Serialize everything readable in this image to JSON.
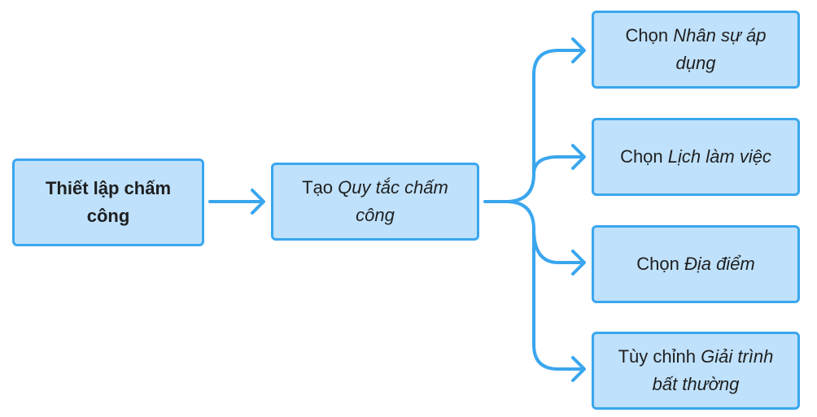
{
  "colors": {
    "node_fill": "#bfe1fb",
    "node_border": "#3aa6ee",
    "connector": "#3aa6ee",
    "text": "#1f1f1f"
  },
  "nodes": {
    "root": {
      "text": "Thiết lập chấm công"
    },
    "rule": {
      "prefix": "Tạo ",
      "emph": "Quy tắc chấm công"
    },
    "staff": {
      "prefix": "Chọn ",
      "emph": "Nhân sự áp dụng"
    },
    "sched": {
      "prefix": "Chọn ",
      "emph": "Lịch làm việc"
    },
    "place": {
      "prefix": "Chọn ",
      "emph": "Địa điểm"
    },
    "except": {
      "prefix": "Tùy chỉnh ",
      "emph": "Giải trình bất thường"
    }
  }
}
